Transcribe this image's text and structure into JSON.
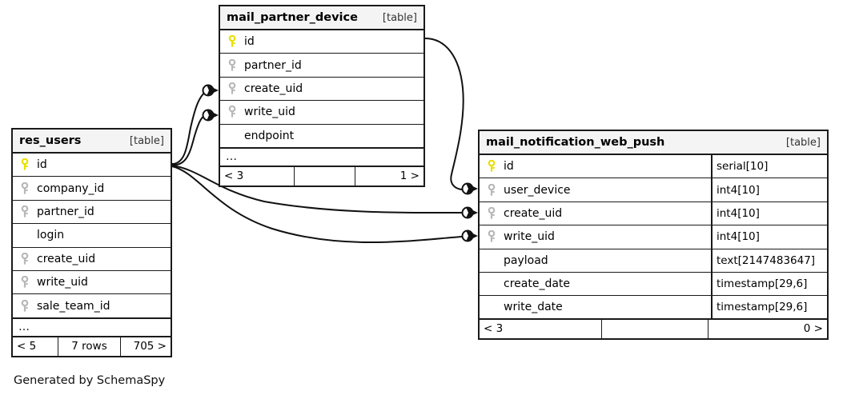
{
  "diagram": {
    "type": "entity-relationship-diagram",
    "generator_credit": "Generated by SchemaSpy",
    "table_tag": "[table]",
    "ellipsis": "…",
    "colors": {
      "primary_key": "#e8e000",
      "foreign_key": "#b8b8b8",
      "border": "#1a1a1a",
      "header_background": "#f4f4f4",
      "background": "#ffffff"
    }
  },
  "tables": [
    {
      "id": "res_users",
      "name": "res_users",
      "tag": "[table]",
      "columns": [
        {
          "name": "id",
          "key": "primary",
          "type": ""
        },
        {
          "name": "company_id",
          "key": "foreign",
          "type": ""
        },
        {
          "name": "partner_id",
          "key": "foreign",
          "type": ""
        },
        {
          "name": "login",
          "key": "none",
          "type": ""
        },
        {
          "name": "create_uid",
          "key": "foreign",
          "type": ""
        },
        {
          "name": "write_uid",
          "key": "foreign",
          "type": ""
        },
        {
          "name": "sale_team_id",
          "key": "foreign",
          "type": ""
        }
      ],
      "has_more": true,
      "footer": {
        "left": "< 5",
        "middle": "7 rows",
        "right": "705 >"
      }
    },
    {
      "id": "mail_partner_device",
      "name": "mail_partner_device",
      "tag": "[table]",
      "columns": [
        {
          "name": "id",
          "key": "primary",
          "type": ""
        },
        {
          "name": "partner_id",
          "key": "foreign",
          "type": ""
        },
        {
          "name": "create_uid",
          "key": "foreign",
          "type": ""
        },
        {
          "name": "write_uid",
          "key": "foreign",
          "type": ""
        },
        {
          "name": "endpoint",
          "key": "none",
          "type": ""
        }
      ],
      "has_more": true,
      "footer": {
        "left": "< 3",
        "middle": "",
        "right": "1 >"
      }
    },
    {
      "id": "mail_notification_web_push",
      "name": "mail_notification_web_push",
      "tag": "[table]",
      "columns": [
        {
          "name": "id",
          "key": "primary",
          "type": "serial[10]"
        },
        {
          "name": "user_device",
          "key": "foreign",
          "type": "int4[10]"
        },
        {
          "name": "create_uid",
          "key": "foreign",
          "type": "int4[10]"
        },
        {
          "name": "write_uid",
          "key": "foreign",
          "type": "int4[10]"
        },
        {
          "name": "payload",
          "key": "none",
          "type": "text[2147483647]"
        },
        {
          "name": "create_date",
          "key": "none",
          "type": "timestamp[29,6]"
        },
        {
          "name": "write_date",
          "key": "none",
          "type": "timestamp[29,6]"
        }
      ],
      "has_more": false,
      "footer": {
        "left": "< 3",
        "middle": "",
        "right": "0 >"
      }
    }
  ],
  "relationships": [
    {
      "from_table": "res_users",
      "from_column": "id",
      "to_table": "mail_partner_device",
      "to_column": "create_uid"
    },
    {
      "from_table": "res_users",
      "from_column": "id",
      "to_table": "mail_partner_device",
      "to_column": "write_uid"
    },
    {
      "from_table": "res_users",
      "from_column": "id",
      "to_table": "mail_notification_web_push",
      "to_column": "create_uid"
    },
    {
      "from_table": "res_users",
      "from_column": "id",
      "to_table": "mail_notification_web_push",
      "to_column": "write_uid"
    },
    {
      "from_table": "mail_partner_device",
      "from_column": "id",
      "to_table": "mail_notification_web_push",
      "to_column": "user_device"
    }
  ]
}
